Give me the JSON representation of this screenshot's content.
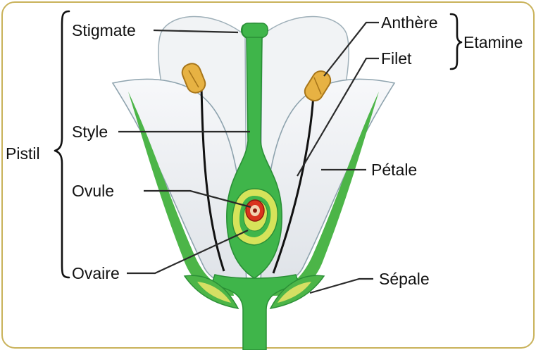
{
  "diagram": {
    "labels": {
      "stigmate": "Stigmate",
      "anthere": "Anthère",
      "filet": "Filet",
      "etamine": "Etamine",
      "style": "Style",
      "pistil": "Pistil",
      "petale": "Pétale",
      "ovule": "Ovule",
      "ovaire": "Ovaire",
      "sepale": "Sépale"
    }
  },
  "colors": {
    "frame_border": "#c9b25a",
    "pistil_green": "#3fb54a",
    "pistil_dark": "#2a8f36",
    "ovary_ring": "#d6e35a",
    "ovule_red": "#d9331e",
    "anther_yellow": "#e7b243",
    "petal_fill": "#eef0f3",
    "petal_stroke": "#8ea3ae",
    "sepal_green": "#4cb548",
    "sepal_yellow": "#d5df63"
  }
}
